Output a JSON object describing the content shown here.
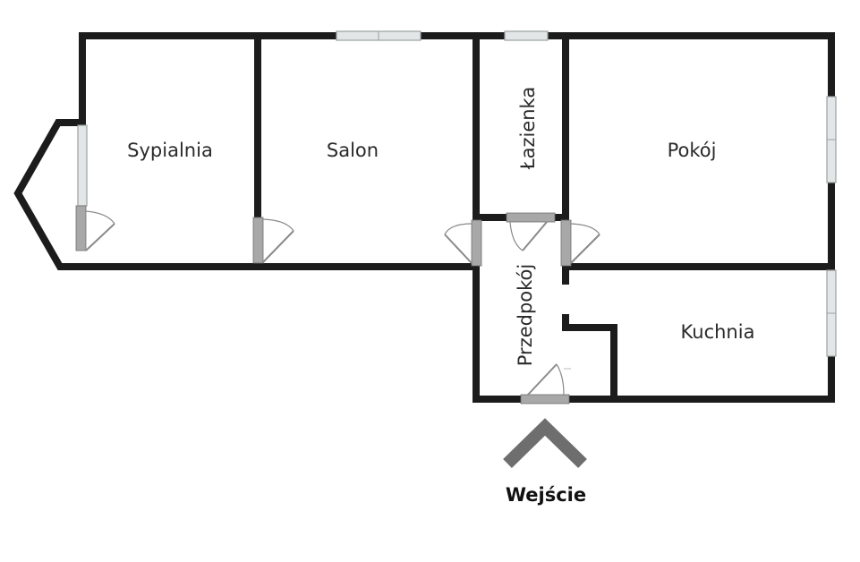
{
  "rooms": {
    "sypialnia": "Sypialnia",
    "salon": "Salon",
    "lazienka": "Łazienka",
    "pokoj": "Pokój",
    "przedpokoj": "Przedpokój",
    "kuchnia": "Kuchnia"
  },
  "entrance": {
    "label": "Wejście",
    "icon": "chevron-up-icon"
  },
  "colors": {
    "wall": "#1c1c1c",
    "window": "#e3e6e6",
    "arrow": "#6e6e6e"
  }
}
